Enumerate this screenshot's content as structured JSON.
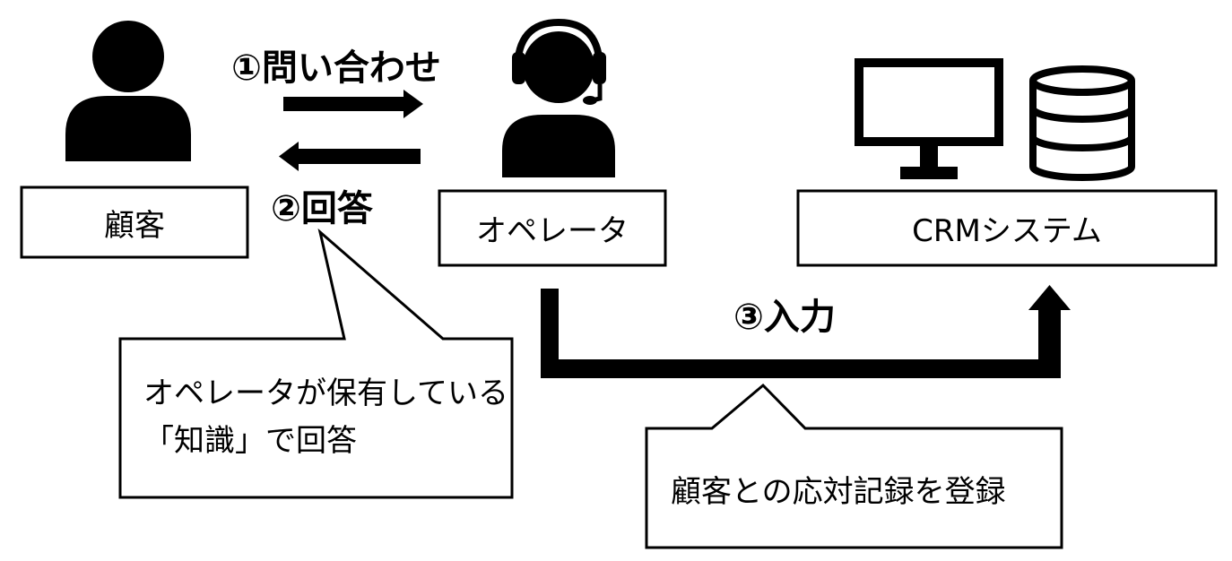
{
  "nodes": {
    "customer": {
      "label": "顧客",
      "icon": "person-icon"
    },
    "operator": {
      "label": "オペレータ",
      "icon": "headset-operator-icon"
    },
    "crm": {
      "label": "CRMシステム",
      "icons": [
        "monitor-icon",
        "database-icon"
      ]
    }
  },
  "flows": {
    "inquiry": {
      "label": "①問い合わせ"
    },
    "answer": {
      "label": "②回答"
    },
    "input": {
      "label": "③入力"
    }
  },
  "callouts": {
    "knowledge": {
      "line1": "オペレータが保有している",
      "line2": "「知識」で回答"
    },
    "record": {
      "text": "顧客との応対記録を登録"
    }
  },
  "colors": {
    "ink": "#000000",
    "background": "#ffffff"
  }
}
